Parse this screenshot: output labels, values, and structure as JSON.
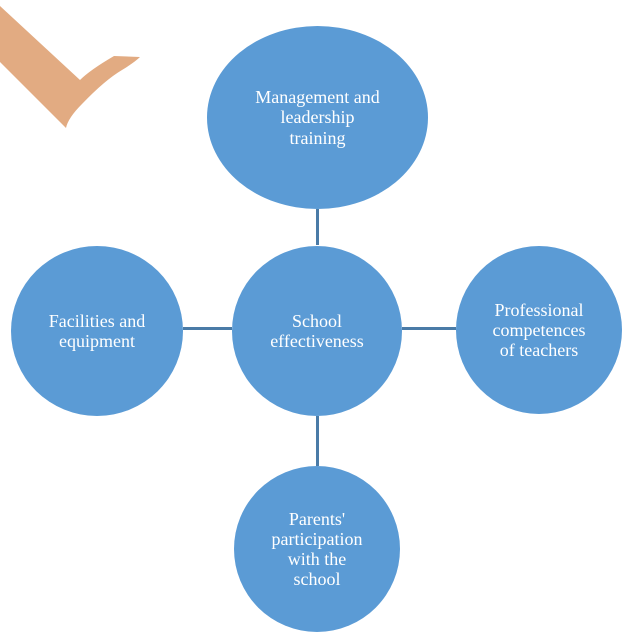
{
  "diagram": {
    "colors": {
      "node_fill": "#5b9bd5",
      "node_text": "#ffffff",
      "connector": "#4a7ba7",
      "decoration": "#e2ab82"
    },
    "center": {
      "label": "School\neffectiveness"
    },
    "nodes": {
      "top": {
        "label": "Management and\nleadership\ntraining"
      },
      "left": {
        "label": "Facilities and\nequipment"
      },
      "right": {
        "label": "Professional\ncompetences\nof teachers"
      },
      "bottom": {
        "label": "Parents'\nparticipation\nwith the\nschool"
      }
    }
  }
}
